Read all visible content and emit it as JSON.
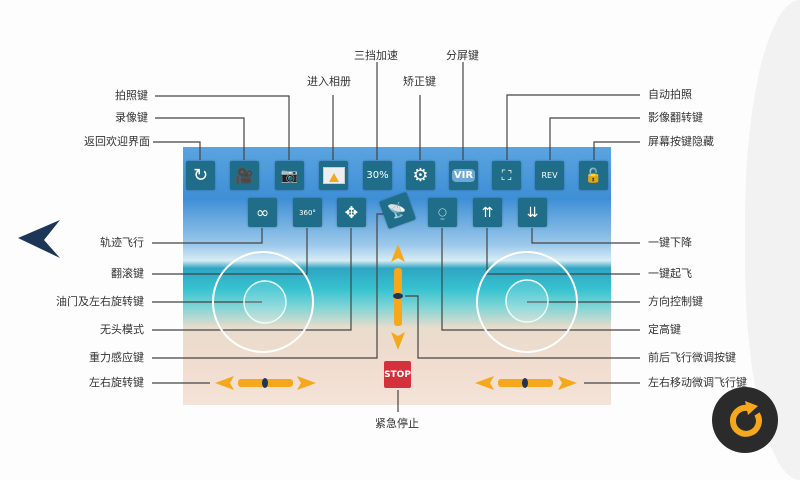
{
  "top_labels": {
    "back": "返回欢迎界面",
    "record": "录像键",
    "photo": "拍照键",
    "album": "进入相册",
    "speed": "三挡加速",
    "calibrate": "矫正键",
    "split": "分屏键",
    "auto_photo": "自动拍照",
    "flip": "影像翻转键",
    "hide": "屏幕按键隐藏"
  },
  "left_labels": {
    "trajectory": "轨迹飞行",
    "roll": "翻滚键",
    "throttle": "油门及左右旋转键",
    "headless": "无头模式",
    "gravity": "重力感应键",
    "rotate": "左右旋转键"
  },
  "right_labels": {
    "land": "一键下降",
    "takeoff": "一键起飞",
    "direction": "方向控制键",
    "altitude": "定高键",
    "trim_fb": "前后飞行微调按键",
    "trim_lr": "左右移动微调飞行键"
  },
  "bottom_labels": {
    "emergency": "紧急停止"
  },
  "buttons": {
    "speed_value": "30%",
    "split_text": "VIR",
    "flip_text": "REV",
    "stop": "STOP",
    "roll_text": "360°"
  },
  "colors": {
    "icon_bg": "#1f6d88",
    "slider": "#f5a81c",
    "stop": "#d3323c"
  }
}
